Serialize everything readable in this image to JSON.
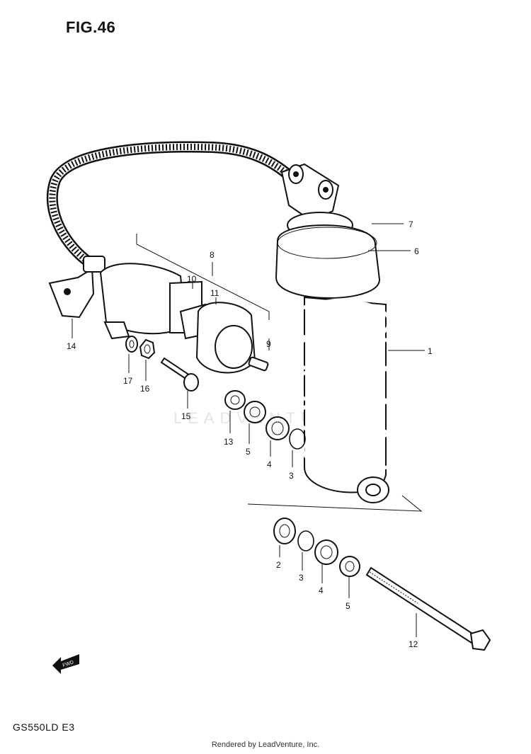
{
  "figure": {
    "title": "FIG.46",
    "model_code": "GS550LD E3",
    "footer": "Rendered by LeadVenture, Inc.",
    "watermark": "LEADVENTURE",
    "fwd_arrow_label": "FWD"
  },
  "callouts": [
    {
      "id": "1",
      "label": "1"
    },
    {
      "id": "2",
      "label": "2"
    },
    {
      "id": "3a",
      "label": "3"
    },
    {
      "id": "3b",
      "label": "3"
    },
    {
      "id": "4a",
      "label": "4"
    },
    {
      "id": "4b",
      "label": "4"
    },
    {
      "id": "5a",
      "label": "5"
    },
    {
      "id": "5b",
      "label": "5"
    },
    {
      "id": "6",
      "label": "6"
    },
    {
      "id": "7",
      "label": "7"
    },
    {
      "id": "8",
      "label": "8"
    },
    {
      "id": "9",
      "label": "9"
    },
    {
      "id": "10",
      "label": "10"
    },
    {
      "id": "11",
      "label": "11"
    },
    {
      "id": "12",
      "label": "12"
    },
    {
      "id": "13",
      "label": "13"
    },
    {
      "id": "14",
      "label": "14"
    },
    {
      "id": "15",
      "label": "15"
    },
    {
      "id": "16",
      "label": "16"
    },
    {
      "id": "17",
      "label": "17"
    }
  ]
}
